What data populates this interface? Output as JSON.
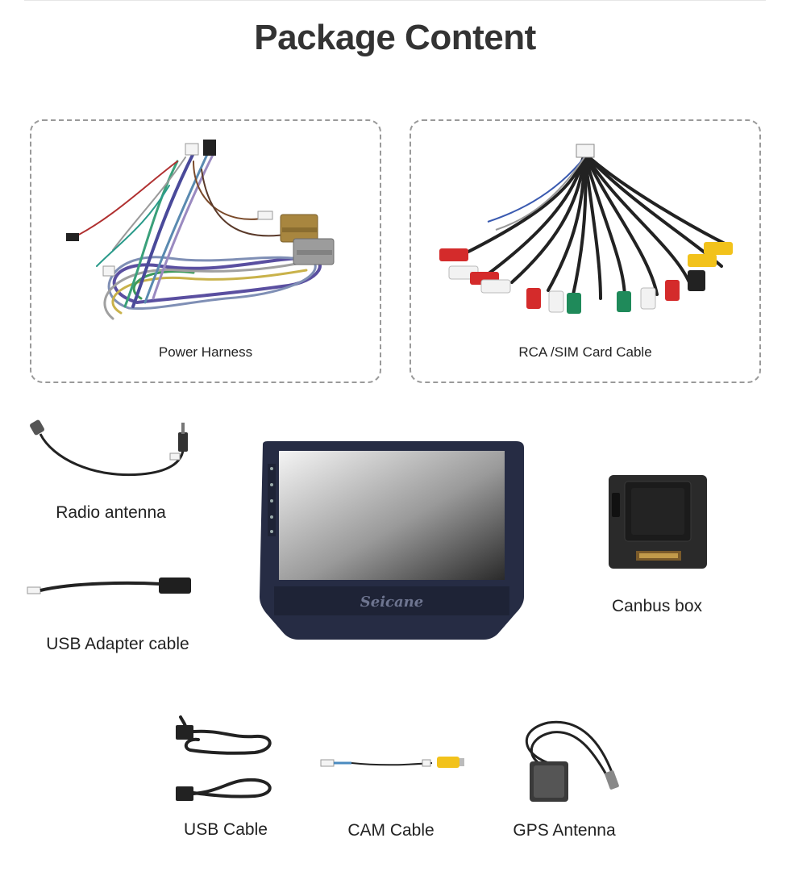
{
  "page": {
    "title": "Package Content"
  },
  "items": {
    "power_harness": "Power Harness",
    "rca_sim_cable": "RCA /SIM Card Cable",
    "radio_antenna": "Radio antenna",
    "usb_adapter_cable": "USB Adapter cable",
    "canbus_box": "Canbus box",
    "usb_cable": "USB Cable",
    "cam_cable": "CAM Cable",
    "gps_antenna": "GPS Antenna"
  },
  "device": {
    "brand": "Seicane"
  },
  "colors": {
    "frame_navy": "#262c44",
    "rca_red": "#d42b2b",
    "rca_white": "#f2f2f2",
    "rca_yellow": "#f2c21b",
    "rca_green": "#1f8a5a",
    "connector_tan": "#a8863f",
    "connector_gray": "#9c9c9c"
  },
  "icons": [
    "harness-icon",
    "rca-cable-icon",
    "antenna-cable-icon",
    "usb-adapter-icon",
    "head-unit-icon",
    "canbus-box-icon",
    "usb-cable-icon",
    "cam-cable-icon",
    "gps-antenna-icon"
  ]
}
